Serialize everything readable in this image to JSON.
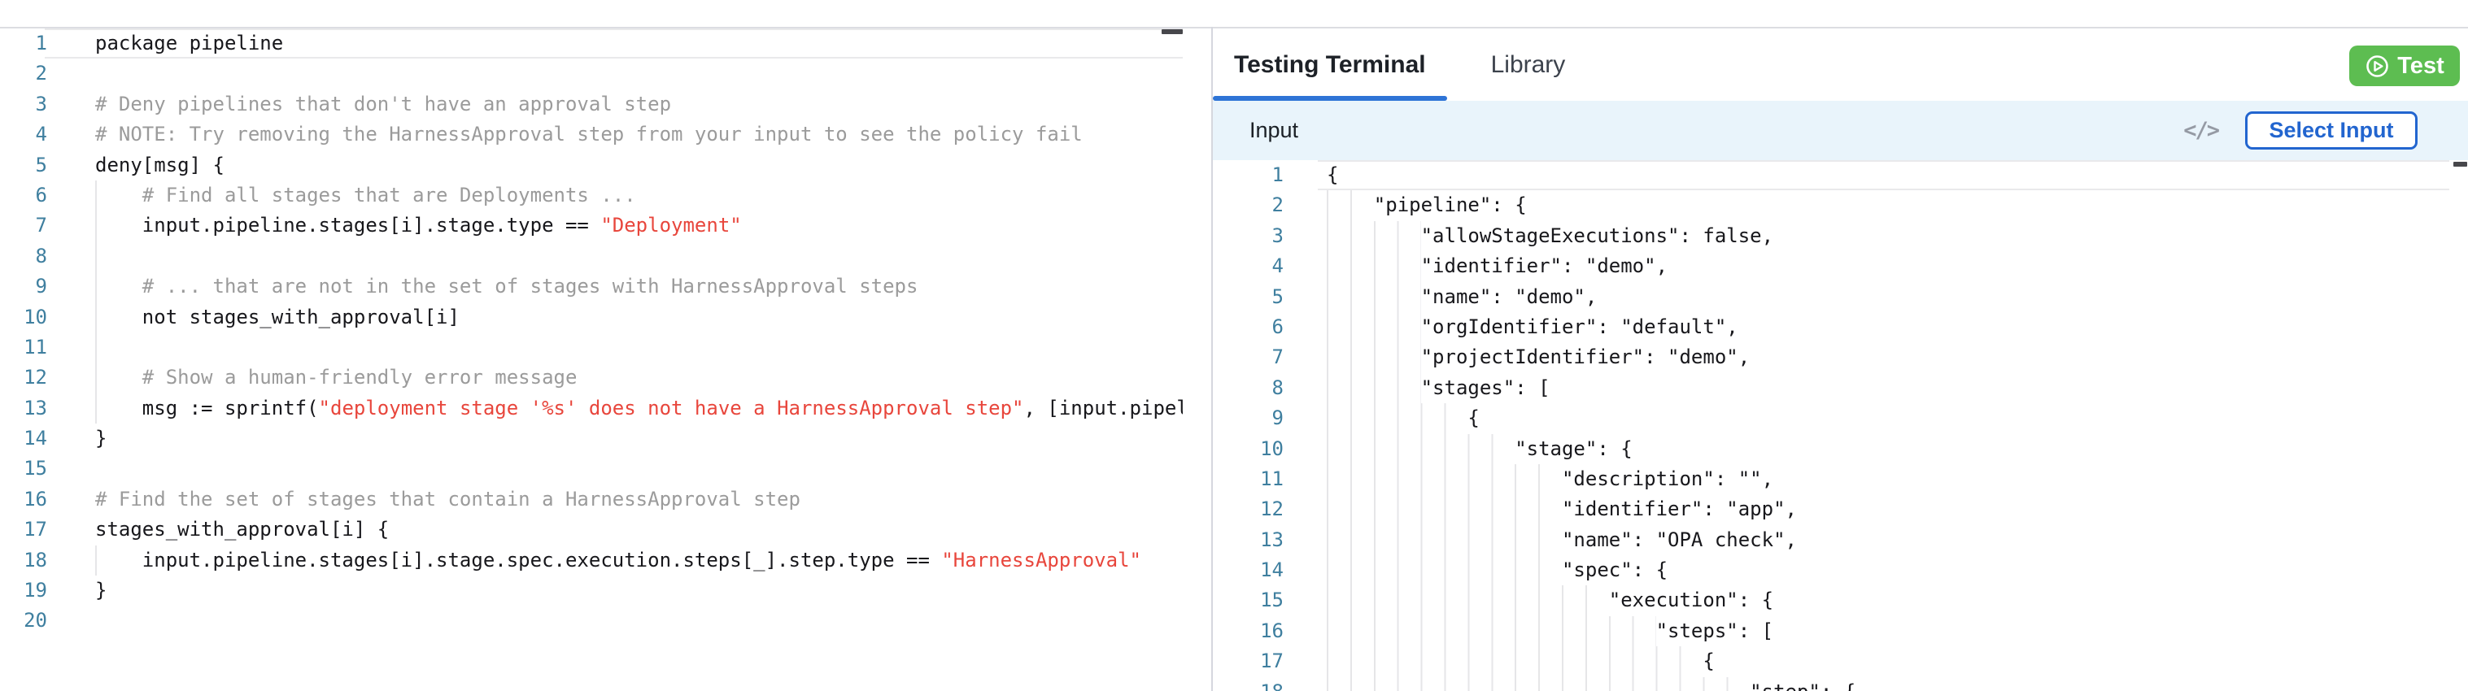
{
  "colors": {
    "accent_blue": "#2e74d6",
    "button_green": "#5dbd51",
    "select_blue": "#2265cf",
    "input_bar_bg": "#e9f4fb",
    "line_number": "#3f7f9f",
    "comment": "#9b9b9b",
    "string_red": "#e8463c",
    "code_text": "#17171b"
  },
  "left_panel": {
    "editor": {
      "current_line": 1,
      "lines": [
        {
          "n": 1,
          "ind": 0,
          "seg": [
            [
              "p",
              "package pipeline"
            ]
          ]
        },
        {
          "n": 2,
          "ind": 0,
          "seg": []
        },
        {
          "n": 3,
          "ind": 0,
          "seg": [
            [
              "c",
              "# Deny pipelines that don't have an approval step"
            ]
          ]
        },
        {
          "n": 4,
          "ind": 0,
          "seg": [
            [
              "c",
              "# NOTE: Try removing the HarnessApproval step from your input to see the policy fail"
            ]
          ]
        },
        {
          "n": 5,
          "ind": 0,
          "seg": [
            [
              "p",
              "deny[msg] {"
            ]
          ]
        },
        {
          "n": 6,
          "ind": 4,
          "seg": [
            [
              "c",
              "# Find all stages that are Deployments ..."
            ]
          ]
        },
        {
          "n": 7,
          "ind": 4,
          "seg": [
            [
              "p",
              "input.pipeline.stages[i].stage.type == "
            ],
            [
              "s",
              "\"Deployment\""
            ]
          ]
        },
        {
          "n": 8,
          "ind": 4,
          "seg": []
        },
        {
          "n": 9,
          "ind": 4,
          "seg": [
            [
              "c",
              "# ... that are not in the set of stages with HarnessApproval steps"
            ]
          ]
        },
        {
          "n": 10,
          "ind": 4,
          "seg": [
            [
              "p",
              "not stages_with_approval[i]"
            ]
          ]
        },
        {
          "n": 11,
          "ind": 4,
          "seg": []
        },
        {
          "n": 12,
          "ind": 4,
          "seg": [
            [
              "c",
              "# Show a human-friendly error message"
            ]
          ]
        },
        {
          "n": 13,
          "ind": 4,
          "seg": [
            [
              "p",
              "msg := sprintf("
            ],
            [
              "s",
              "\"deployment stage '%s' does not have a HarnessApproval step\""
            ],
            [
              "p",
              ", [input.pipeli"
            ]
          ]
        },
        {
          "n": 14,
          "ind": 0,
          "seg": [
            [
              "p",
              "}"
            ]
          ]
        },
        {
          "n": 15,
          "ind": 0,
          "seg": []
        },
        {
          "n": 16,
          "ind": 0,
          "seg": [
            [
              "c",
              "# Find the set of stages that contain a HarnessApproval step"
            ]
          ]
        },
        {
          "n": 17,
          "ind": 0,
          "seg": [
            [
              "p",
              "stages_with_approval[i] {"
            ]
          ]
        },
        {
          "n": 18,
          "ind": 4,
          "seg": [
            [
              "p",
              "input.pipeline.stages[i].stage.spec.execution.steps[_].step.type == "
            ],
            [
              "s",
              "\"HarnessApproval\""
            ]
          ]
        },
        {
          "n": 19,
          "ind": 0,
          "seg": [
            [
              "p",
              "}"
            ]
          ]
        },
        {
          "n": 20,
          "ind": 0,
          "seg": []
        }
      ]
    }
  },
  "right_panel": {
    "tabs": [
      {
        "label": "Testing Terminal",
        "active": true
      },
      {
        "label": "Library",
        "active": false
      }
    ],
    "test_button_label": "Test",
    "input_bar": {
      "title": "Input",
      "code_icon_glyph": "</>",
      "select_input_label": "Select Input"
    },
    "editor": {
      "current_line": 1,
      "lines": [
        {
          "n": 1,
          "ind": 0,
          "seg": [
            [
              "p",
              "{"
            ]
          ]
        },
        {
          "n": 2,
          "ind": 4,
          "seg": [
            [
              "p",
              "\"pipeline\": {"
            ]
          ]
        },
        {
          "n": 3,
          "ind": 8,
          "seg": [
            [
              "p",
              "\"allowStageExecutions\": false,"
            ]
          ]
        },
        {
          "n": 4,
          "ind": 8,
          "seg": [
            [
              "p",
              "\"identifier\": \"demo\","
            ]
          ]
        },
        {
          "n": 5,
          "ind": 8,
          "seg": [
            [
              "p",
              "\"name\": \"demo\","
            ]
          ]
        },
        {
          "n": 6,
          "ind": 8,
          "seg": [
            [
              "p",
              "\"orgIdentifier\": \"default\","
            ]
          ]
        },
        {
          "n": 7,
          "ind": 8,
          "seg": [
            [
              "p",
              "\"projectIdentifier\": \"demo\","
            ]
          ]
        },
        {
          "n": 8,
          "ind": 8,
          "seg": [
            [
              "p",
              "\"stages\": ["
            ]
          ]
        },
        {
          "n": 9,
          "ind": 12,
          "seg": [
            [
              "p",
              "{"
            ]
          ]
        },
        {
          "n": 10,
          "ind": 16,
          "seg": [
            [
              "p",
              "\"stage\": {"
            ]
          ]
        },
        {
          "n": 11,
          "ind": 20,
          "seg": [
            [
              "p",
              "\"description\": \"\","
            ]
          ]
        },
        {
          "n": 12,
          "ind": 20,
          "seg": [
            [
              "p",
              "\"identifier\": \"app\","
            ]
          ]
        },
        {
          "n": 13,
          "ind": 20,
          "seg": [
            [
              "p",
              "\"name\": \"OPA check\","
            ]
          ]
        },
        {
          "n": 14,
          "ind": 20,
          "seg": [
            [
              "p",
              "\"spec\": {"
            ]
          ]
        },
        {
          "n": 15,
          "ind": 24,
          "seg": [
            [
              "p",
              "\"execution\": {"
            ]
          ]
        },
        {
          "n": 16,
          "ind": 28,
          "seg": [
            [
              "p",
              "\"steps\": ["
            ]
          ]
        },
        {
          "n": 17,
          "ind": 32,
          "seg": [
            [
              "p",
              "{"
            ]
          ]
        },
        {
          "n": 18,
          "ind": 36,
          "seg": [
            [
              "p",
              "\"step\": {"
            ]
          ]
        }
      ]
    }
  }
}
